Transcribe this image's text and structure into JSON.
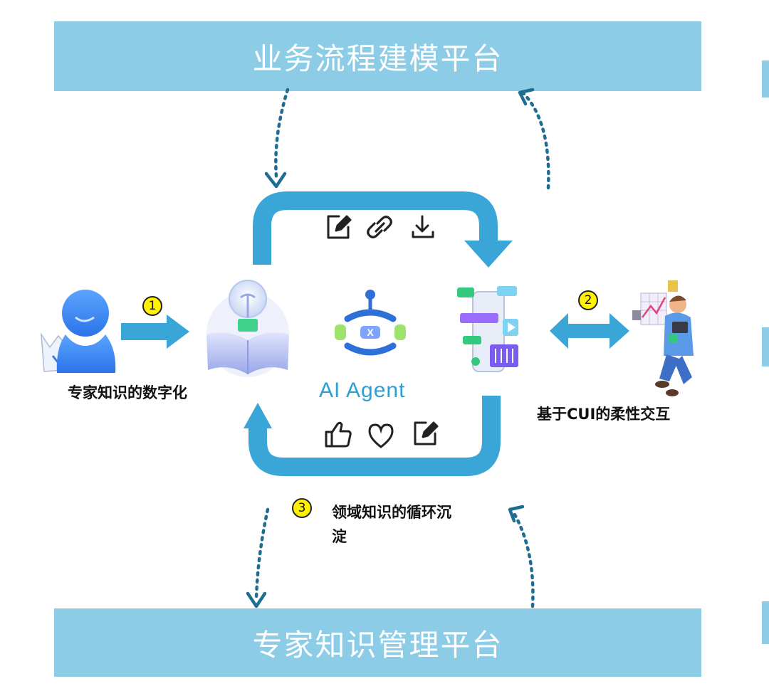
{
  "banners": {
    "top": "业务流程建模平台",
    "bottom": "专家知识管理平台"
  },
  "center": {
    "agent_label": "AI Agent",
    "top_icons": [
      "edit-icon",
      "link-icon",
      "download-icon"
    ],
    "bottom_icons": [
      "thumbs-up-icon",
      "heart-icon",
      "edit-icon"
    ]
  },
  "steps": [
    {
      "number": "1",
      "label": "专家知识的数字化"
    },
    {
      "number": "2",
      "label": "基于CUI的柔性交互"
    },
    {
      "number": "3",
      "label_line1": "领域知识的循环沉",
      "label_line2": "淀"
    }
  ],
  "colors": {
    "banner": "#8ccce6",
    "loop_arrow": "#3aa6d8",
    "dotted_arrow": "#1f6d93",
    "agent_text": "#2e9fd4",
    "badge": "#fff200"
  }
}
